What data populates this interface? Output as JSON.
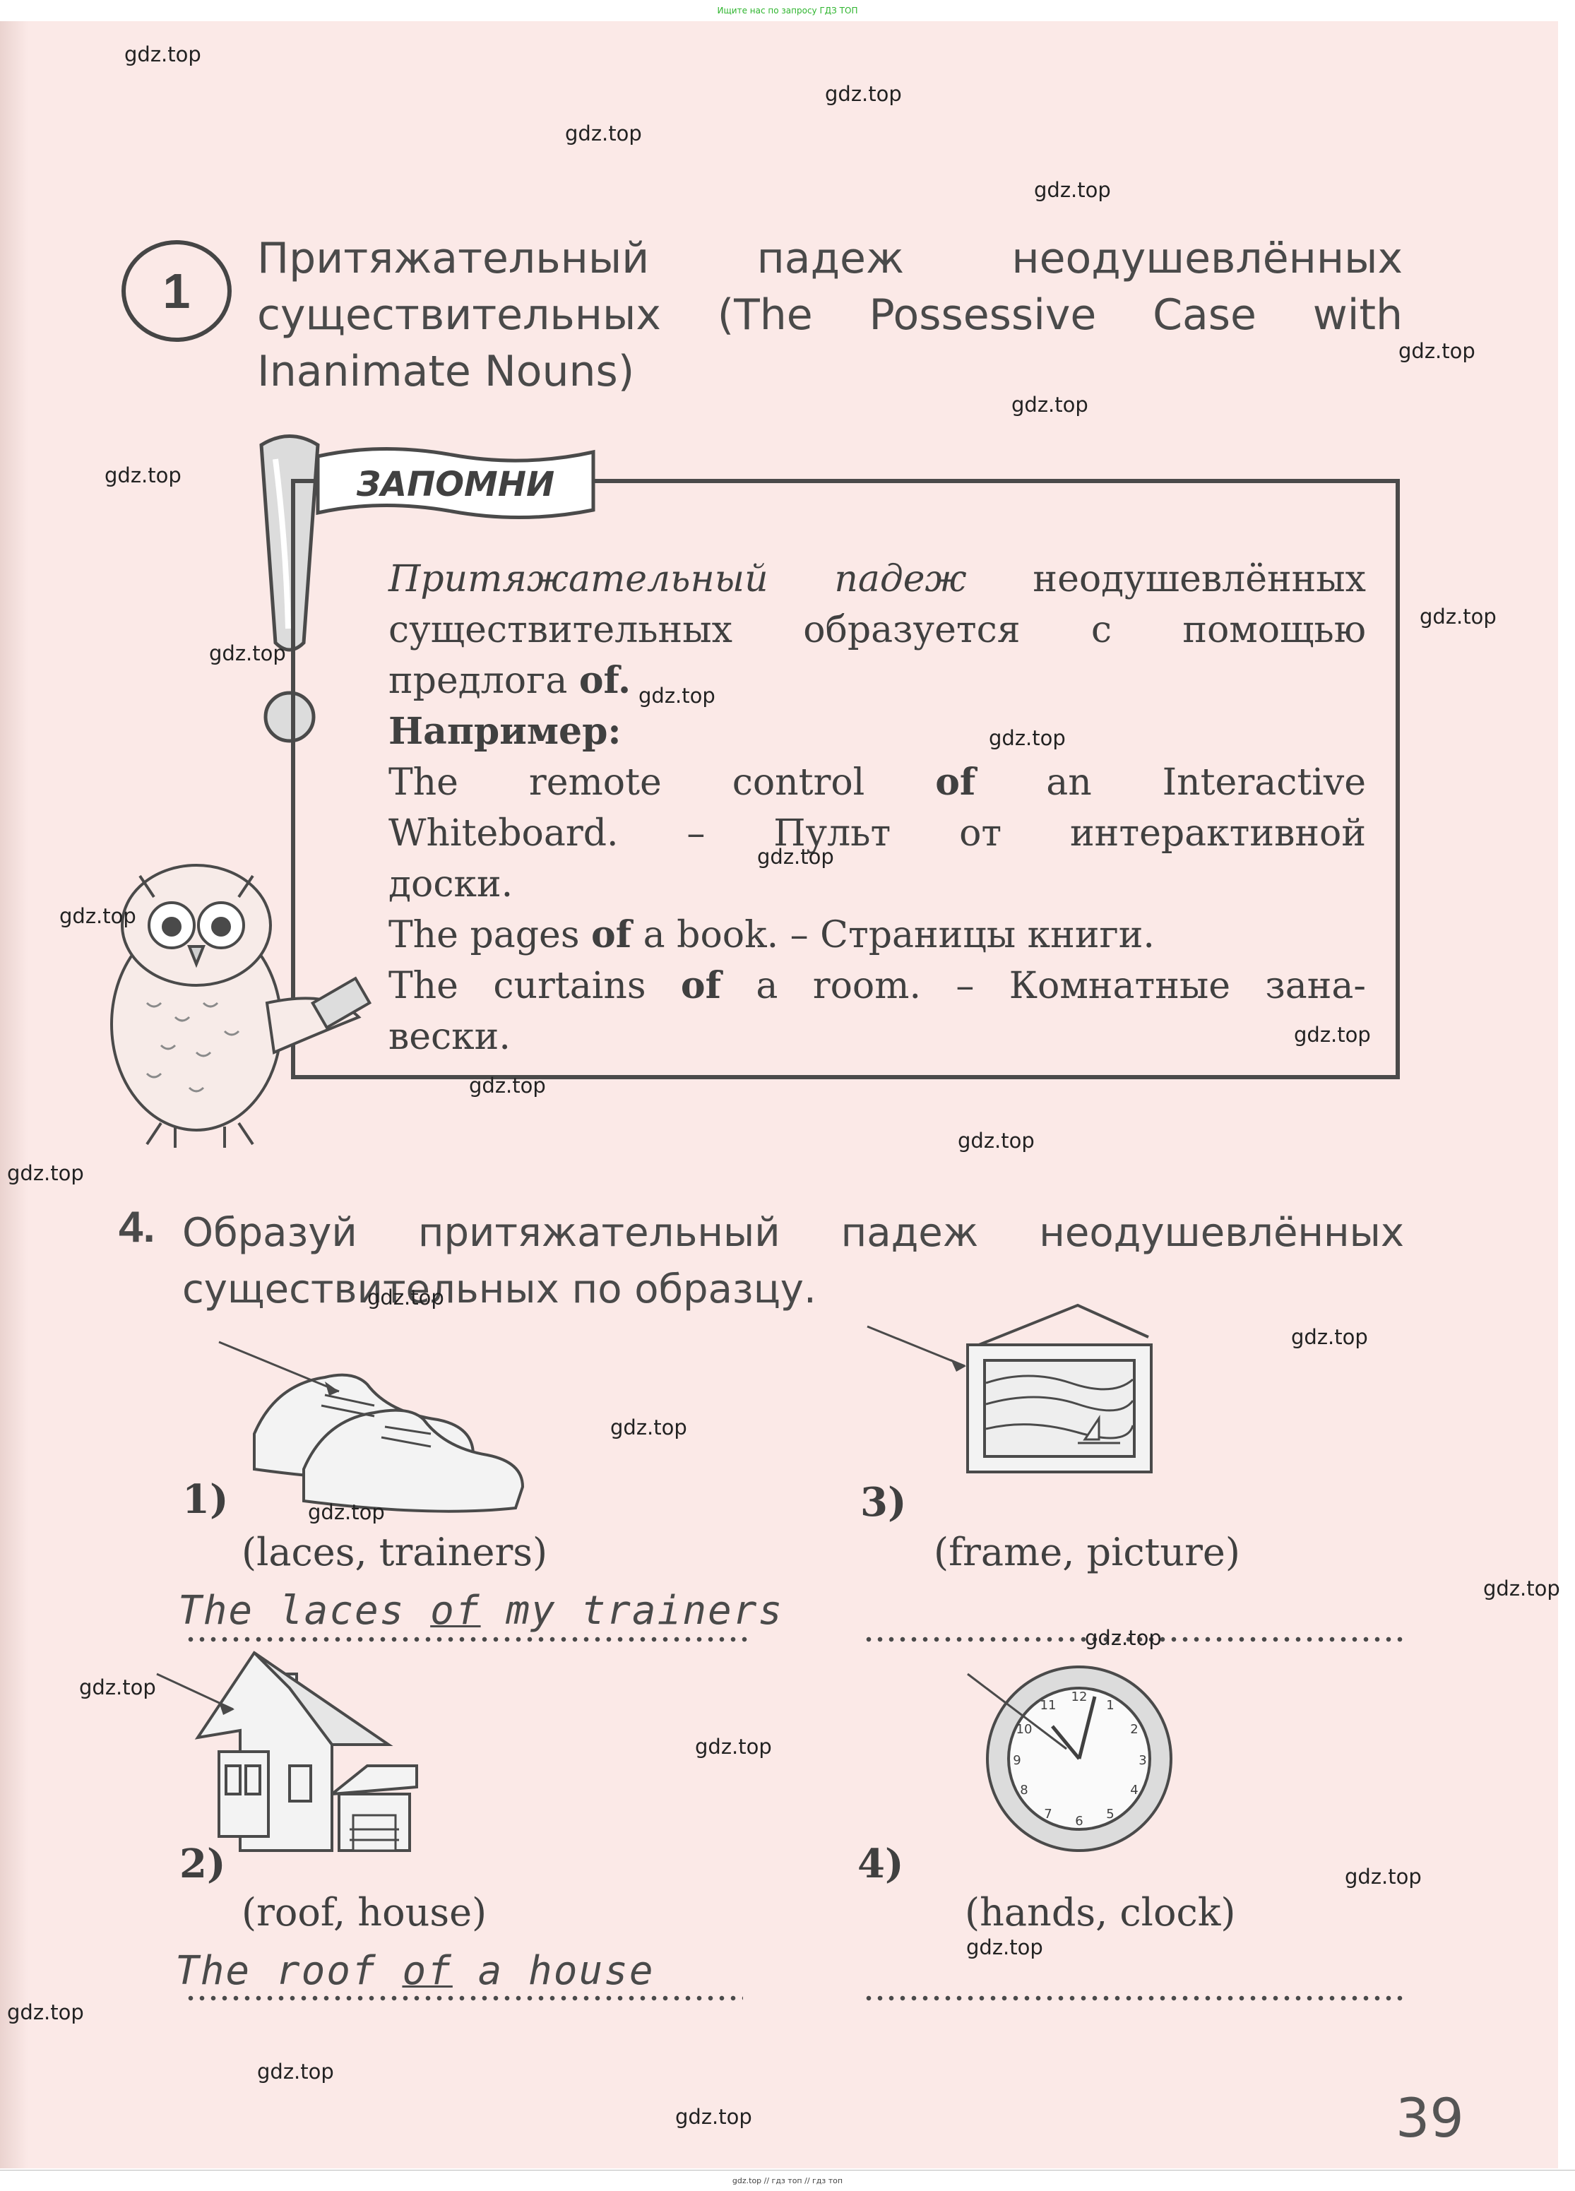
{
  "top_banner": "Ищите нас по запросу ГДЗ ТОП",
  "bottom_banner": "gdz.top // гдз топ // гдз топ",
  "section": {
    "number": "1",
    "title": "Притяжательный падеж неодушевлённых существительных (The Possessive Case with Inanimate Nouns)"
  },
  "rule": {
    "flag_label": "ЗАПОМНИ",
    "line1_italic": "Притяжательный падеж",
    "line1_rest": " неодушевлённых",
    "line2": "существительных образуется с помощью",
    "line3_text": "предлога ",
    "line3_bold": "of.",
    "example_heading": "Например:",
    "ex1_a": "The remote control ",
    "ex1_bold": "of",
    "ex1_b": " an Interactive",
    "ex1_line2": "Whiteboard. – Пульт от интерактивной",
    "ex1_line3": "доски.",
    "ex2_a": "The pages ",
    "ex2_bold": "of",
    "ex2_b": " a book. – Страницы книги.",
    "ex3_a": "The curtains ",
    "ex3_bold": "of",
    "ex3_b": " a room. – Комнатные зана-",
    "ex3_line2": "вески."
  },
  "task": {
    "number": "4.",
    "text": "Образуй притяжательный падеж неодушевлённых существительных по образцу."
  },
  "items": [
    {
      "num": "1)",
      "words": "(laces, trainers)",
      "answer_a": "The laces ",
      "answer_of": "of",
      "answer_b": " my trainers",
      "picture": "trainers-image"
    },
    {
      "num": "2)",
      "words": "(roof, house)",
      "answer_a": "The roof ",
      "answer_of": "of",
      "answer_b": " a house",
      "picture": "house-image"
    },
    {
      "num": "3)",
      "words": "(frame, picture)",
      "answer_a": "",
      "answer_of": "",
      "answer_b": "",
      "picture": "picture-frame-image"
    },
    {
      "num": "4)",
      "words": "(hands, clock)",
      "answer_a": "",
      "answer_of": "",
      "answer_b": "",
      "picture": "clock-image"
    }
  ],
  "page_number": "39",
  "watermark": "gdz.top"
}
